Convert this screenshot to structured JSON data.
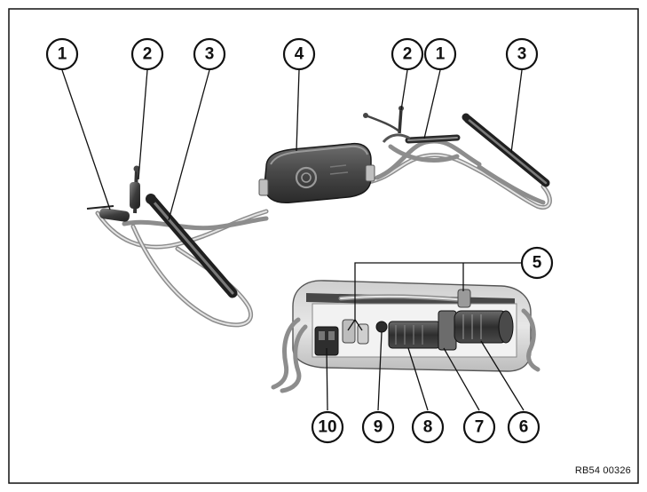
{
  "callouts": {
    "c1a": "1",
    "c2a": "2",
    "c3a": "3",
    "c4": "4",
    "c2b": "2",
    "c1b": "1",
    "c3b": "3",
    "c5": "5",
    "c10": "10",
    "c9": "9",
    "c8": "8",
    "c7": "7",
    "c6": "6"
  },
  "reference_code": "RB54 00326",
  "colors": {
    "frame": "#111111",
    "part_dark": "#3a3a3a",
    "cable": "#8d8d8d",
    "housing": "#d9d9d9"
  }
}
